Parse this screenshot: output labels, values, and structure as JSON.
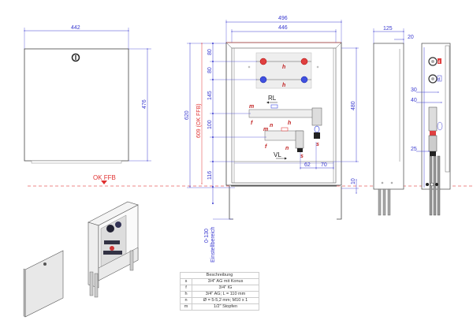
{
  "drawing": {
    "reference_line_label": "OK FFB",
    "front_cover": {
      "width_label": "442",
      "height_label": "476"
    },
    "front_open": {
      "outer_width_label": "496",
      "inner_width_label": "446",
      "total_height_label": "620",
      "height_ok_ffb_label": "609 (OK FFB)",
      "spacing_labels": [
        "80",
        "80",
        "145",
        "100",
        "116"
      ],
      "inner_height_label": "480",
      "bottom_offset_label": "10",
      "adjust_range_label": "0-130",
      "adjust_range_caption": "Einstellbereich",
      "horizontal_offsets": [
        "62",
        "70"
      ],
      "flow_labels": {
        "return": "RL",
        "supply": "VL"
      },
      "part_letters": [
        "h",
        "h",
        "m",
        "f",
        "n",
        "h",
        "s",
        "m",
        "f",
        "n",
        "s"
      ]
    },
    "side_view": {
      "depth_label": "125",
      "frame_label": "20"
    },
    "section_view": {
      "offset_labels": [
        "30",
        "40",
        "25"
      ],
      "badge_letters": [
        "d",
        "d"
      ]
    }
  },
  "legend": {
    "title": "Beschreibung",
    "rows": [
      {
        "key": "s",
        "value": "3/4\" AG mit Konus"
      },
      {
        "key": "f",
        "value": "3/4\" IG"
      },
      {
        "key": "h",
        "value": "3/4\" AG; L = 110 mm"
      },
      {
        "key": "n",
        "value": "Ø = 5-5,2 mm; M10 x 1"
      },
      {
        "key": "m",
        "value": "1/2\" Stopfen"
      }
    ]
  },
  "colors": {
    "dimension": "#3a3ad0",
    "reference": "#e03030",
    "outline": "#333333"
  }
}
